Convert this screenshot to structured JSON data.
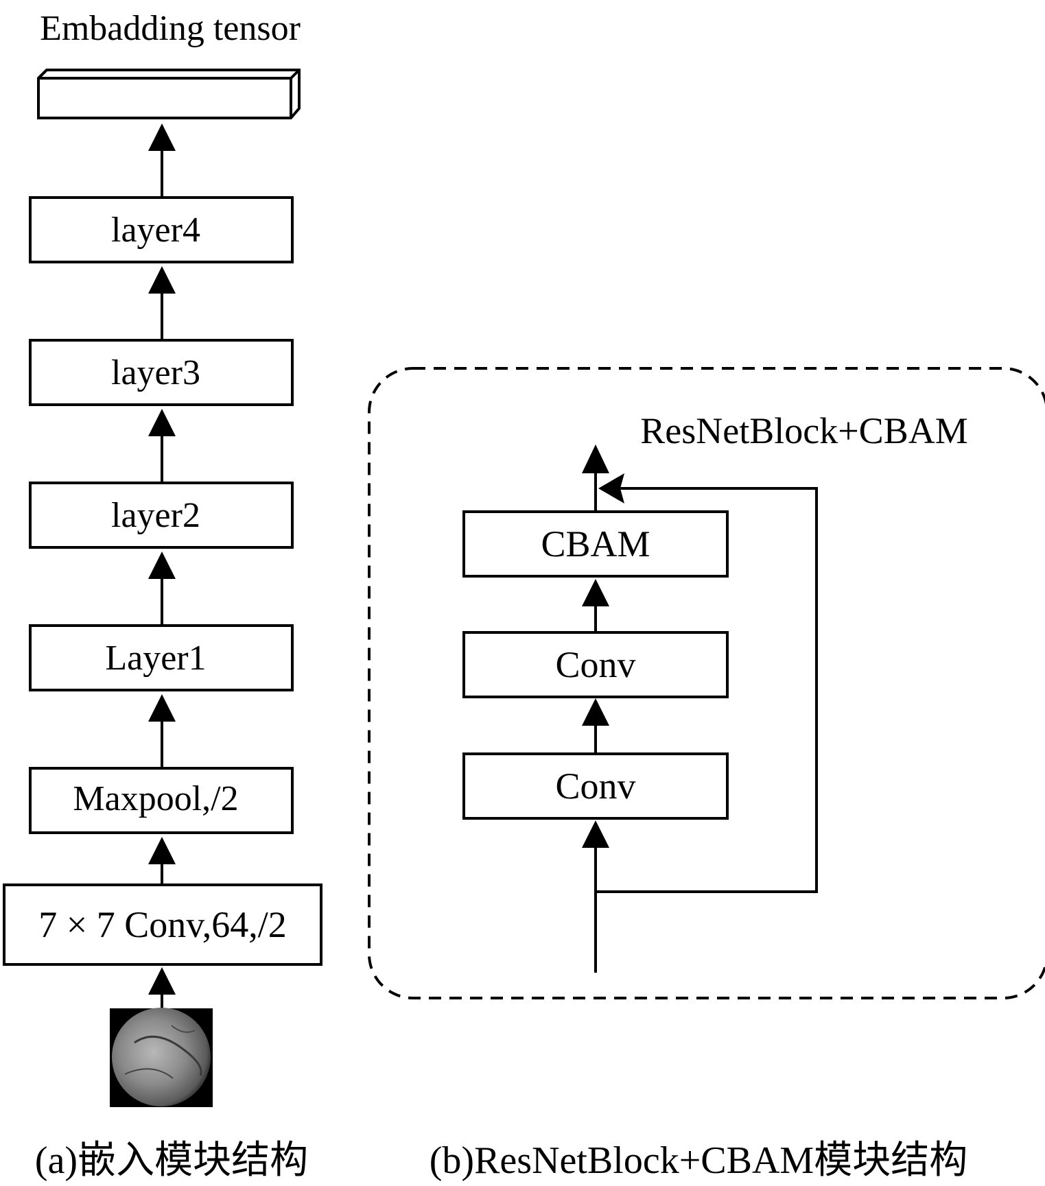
{
  "panel_a": {
    "output_label": "Embadding tensor",
    "layers": [
      "layer4",
      "layer3",
      "layer2",
      "Layer1",
      "Maxpool,/2",
      "7 × 7 Conv,64,/2"
    ],
    "caption": "(a)嵌入模块结构"
  },
  "panel_b": {
    "title": "ResNetBlock+CBAM",
    "blocks": [
      "CBAM",
      "Conv",
      "Conv"
    ],
    "caption": "(b)ResNetBlock+CBAM模块结构"
  }
}
